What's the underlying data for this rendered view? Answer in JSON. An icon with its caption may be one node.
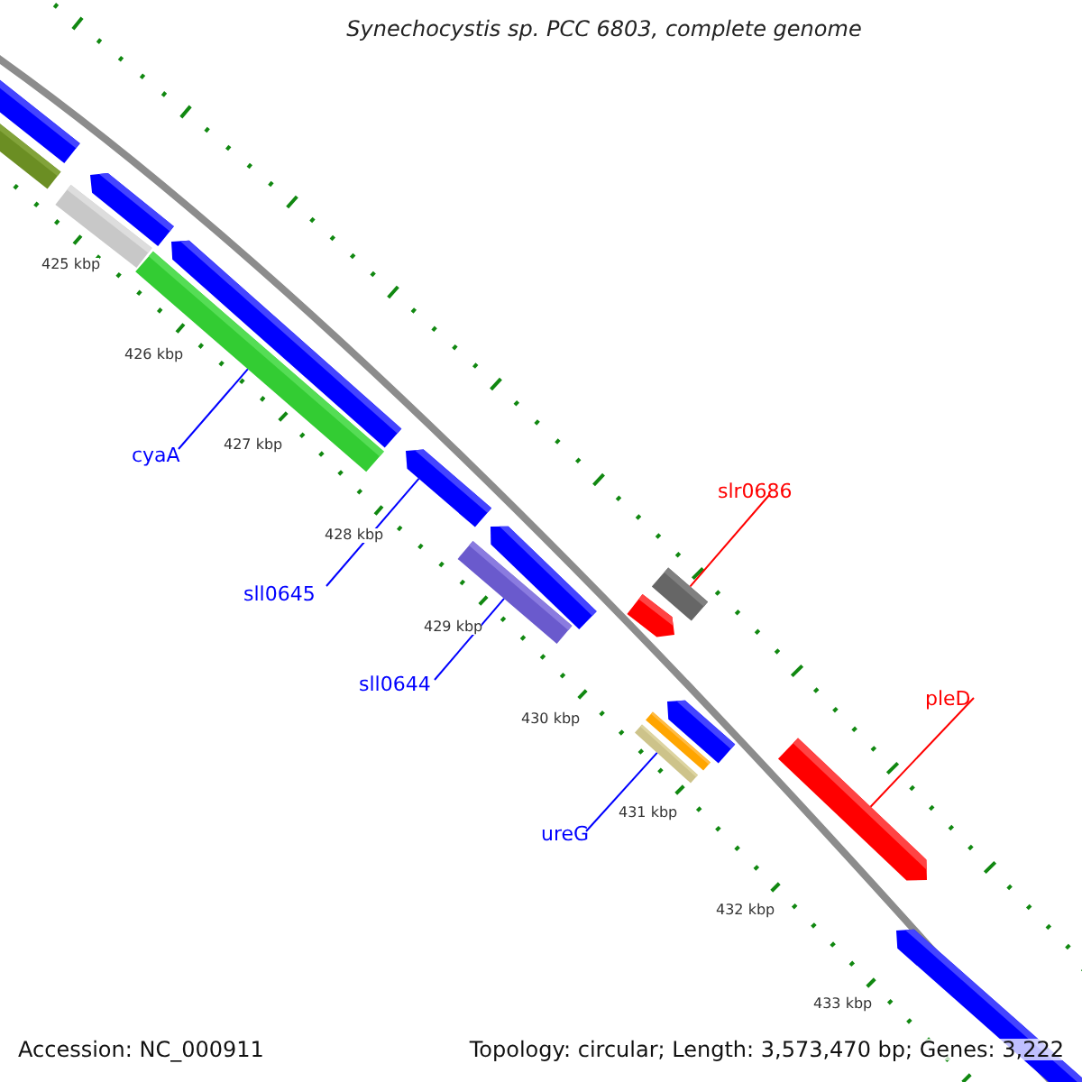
{
  "diagram": {
    "title": "Synechocystis sp. PCC 6803, complete genome",
    "nodes": [
      {
        "text": [
          "cyaA"
        ]
      },
      {
        "text": [
          "slr0686"
        ]
      },
      {
        "text": [
          "sll0645"
        ]
      },
      {
        "text": [
          "sll0644"
        ]
      },
      {
        "text": [
          "pleD"
        ]
      },
      {
        "text": [
          "ureG"
        ]
      },
      {
        "text": [],
        "shape": "bar"
      },
      {
        "text": [],
        "shape": "bar"
      },
      {
        "text": [],
        "shape": "bar"
      },
      {
        "text": [],
        "shape": "bar"
      },
      {
        "text": [],
        "shape": "bar"
      },
      {
        "text": [],
        "shape": "bar"
      },
      {
        "text": [],
        "shape": "bar"
      },
      {
        "text": [],
        "shape": "bar"
      },
      {
        "text": [],
        "shape": "bar"
      },
      {
        "text": [],
        "shape": "bar"
      },
      {
        "text": [],
        "shape": "bar"
      },
      {
        "text": [],
        "shape": "bar"
      },
      {
        "text": [],
        "shape": "bar"
      },
      {
        "text": [],
        "shape": "bar"
      },
      {
        "text": [],
        "shape": "bar"
      },
      {
        "text": [],
        "shape": "bar"
      }
    ],
    "edges": [
      {
        "from": 0,
        "to": 10,
        "arrow": "none"
      },
      {
        "from": 1,
        "to": 18,
        "arrow": "none",
        "color": "#ff0000"
      },
      {
        "from": 2,
        "to": 12,
        "arrow": "none"
      },
      {
        "from": 3,
        "to": 13,
        "arrow": "none"
      },
      {
        "from": 4,
        "to": 20,
        "arrow": "none",
        "color": "#ff0000"
      },
      {
        "from": 5,
        "to": 16,
        "arrow": "none"
      }
    ],
    "labels": [
      "425 kbp",
      "426 kbp",
      "427 kbp",
      "428 kbp",
      "429 kbp",
      "430 kbp",
      "431 kbp",
      "432 kbp",
      "433 kbp",
      "Accession: NC_000911",
      "Topology: circular; Length: 3,573,470 bp; Genes: 3,222"
    ]
  }
}
